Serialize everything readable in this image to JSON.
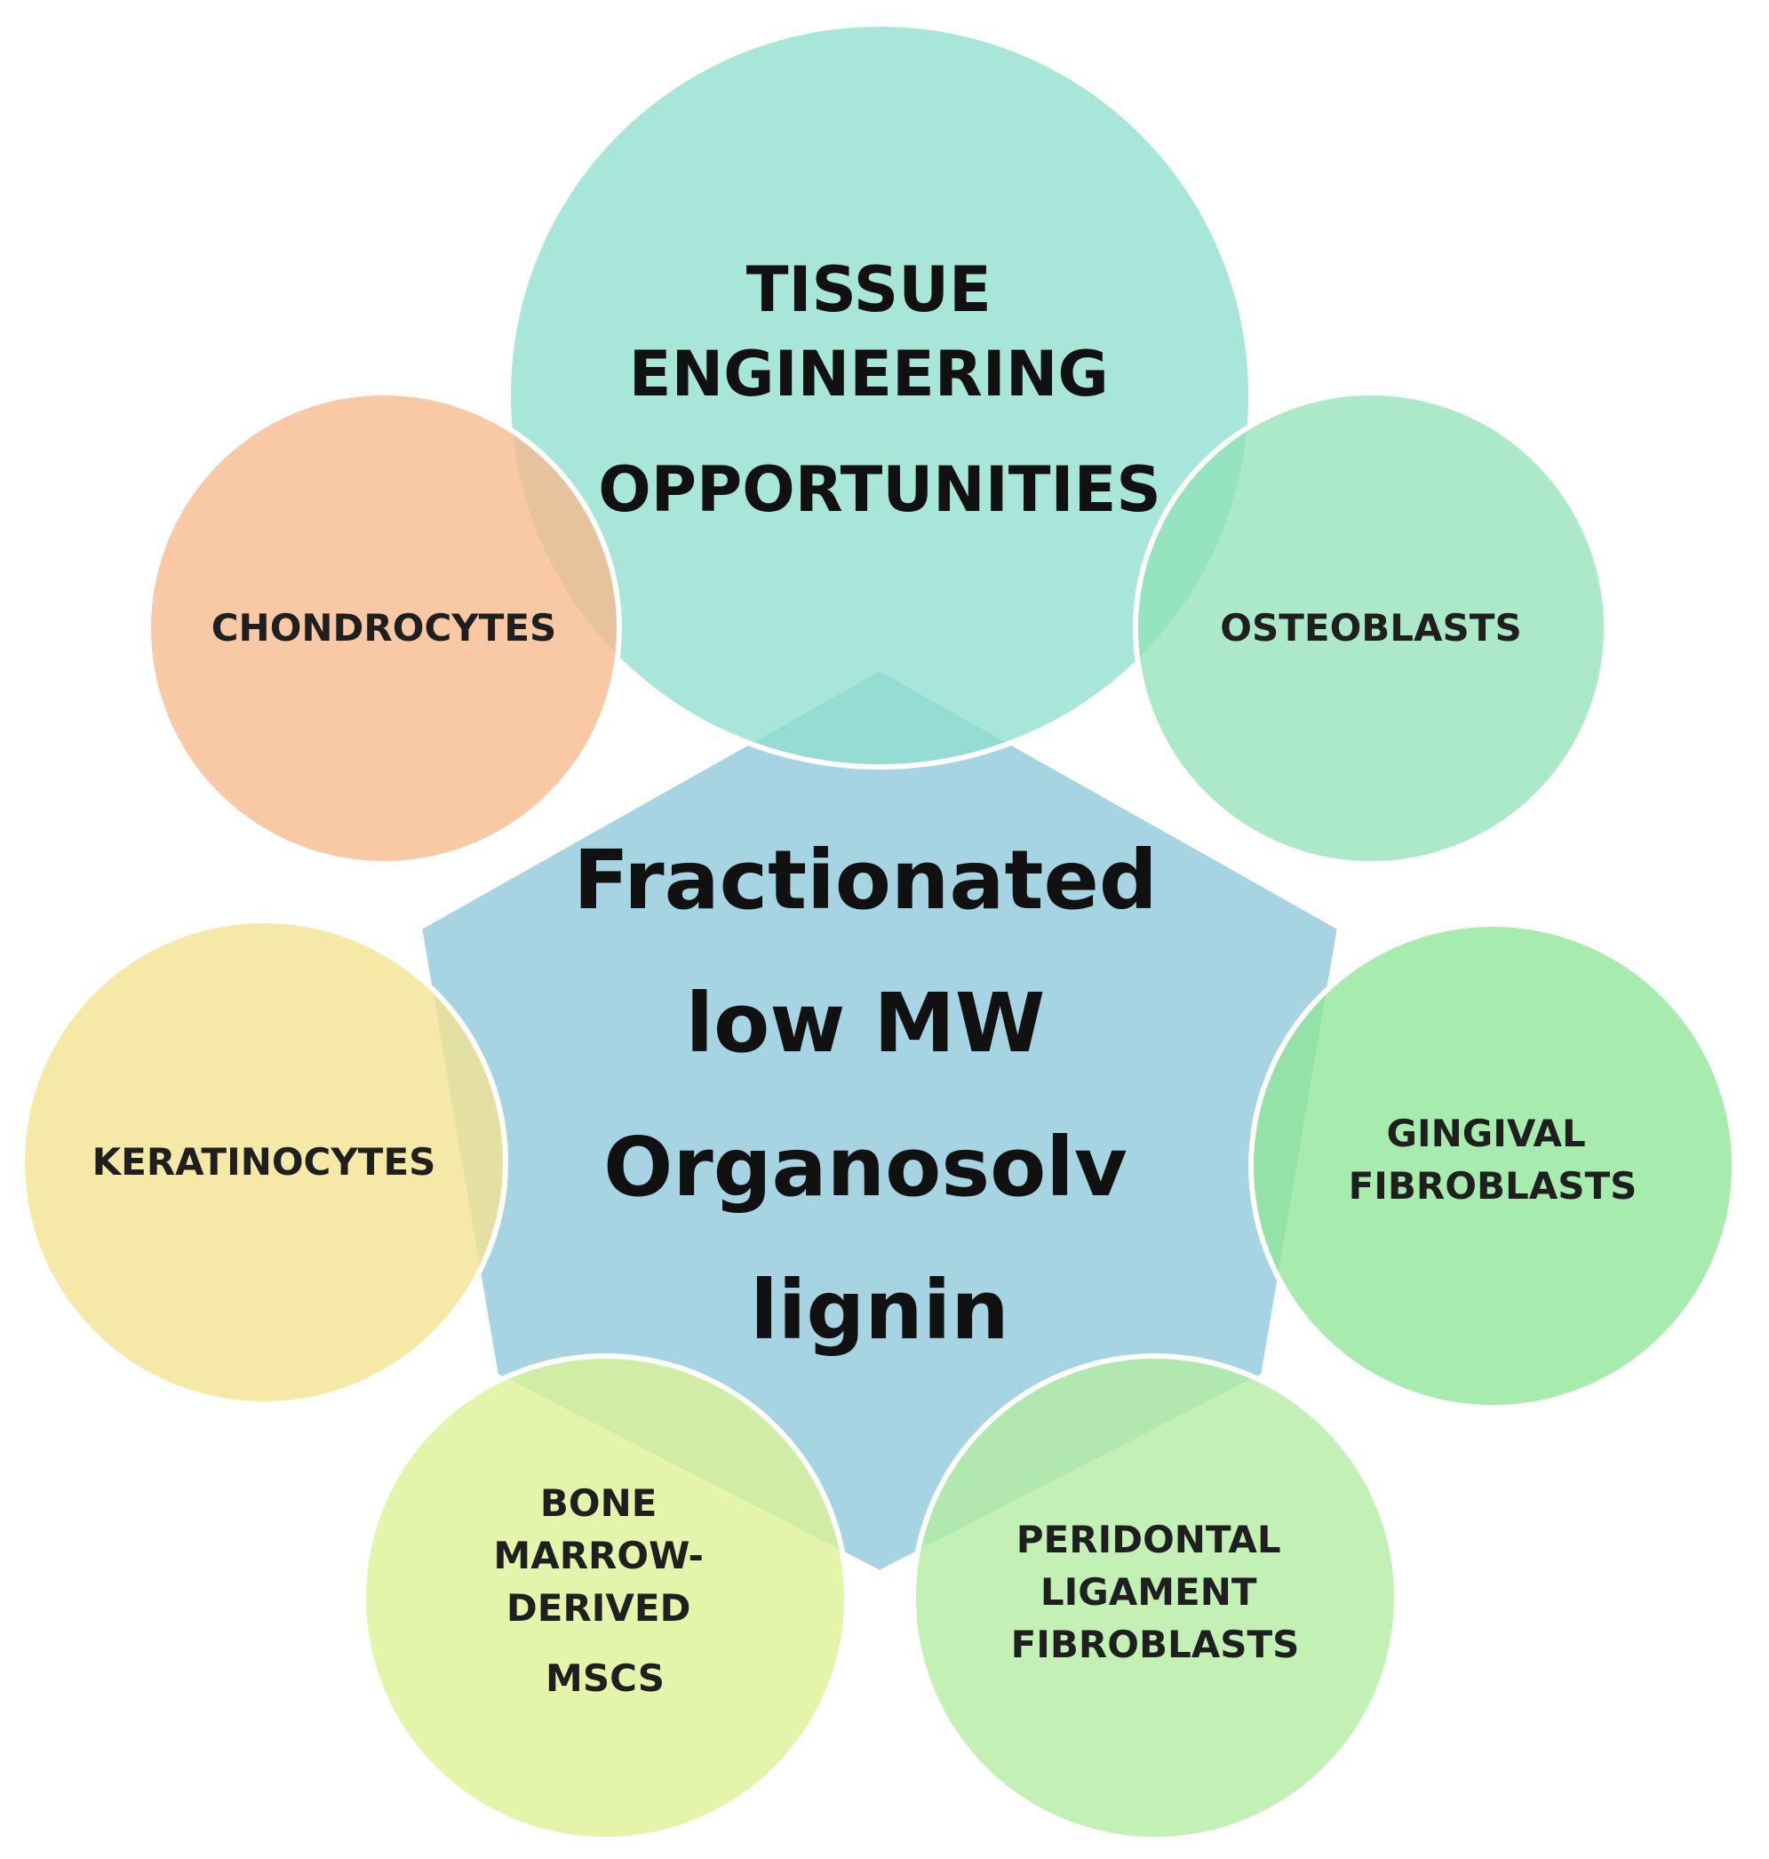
{
  "colors": {
    "center": "#a7d4e2",
    "top": "#8fdfcf",
    "chondrocytes": "#f7b98c",
    "osteoblasts": "#8fe2b6",
    "keratinocytes": "#f4e38f",
    "gingival_fibroblasts": "#8ee597",
    "bone_marrow": "#dcf294",
    "peridontal": "#b2eda0"
  },
  "center": {
    "lines": [
      "Fractionated",
      "low MW",
      "Organosolv",
      "lignin"
    ]
  },
  "top": {
    "lines": [
      "TISSUE",
      "ENGINEERING",
      "OPPORTUNITIES"
    ]
  },
  "satellites": {
    "chondrocytes": {
      "lines": [
        "CHONDROCYTES"
      ]
    },
    "osteoblasts": {
      "lines": [
        "OSTEOBLASTS"
      ]
    },
    "keratinocytes": {
      "lines": [
        "KERATINOCYTES"
      ]
    },
    "gingival": {
      "lines": [
        "GINGIVAL",
        "FIBROBLASTS"
      ]
    },
    "bone_marrow": {
      "lines": [
        "BONE",
        "MARROW-",
        "DERIVED",
        "MSCS"
      ]
    },
    "peridontal": {
      "lines": [
        "PERIDONTAL",
        "LIGAMENT",
        "FIBROBLASTS"
      ]
    }
  }
}
